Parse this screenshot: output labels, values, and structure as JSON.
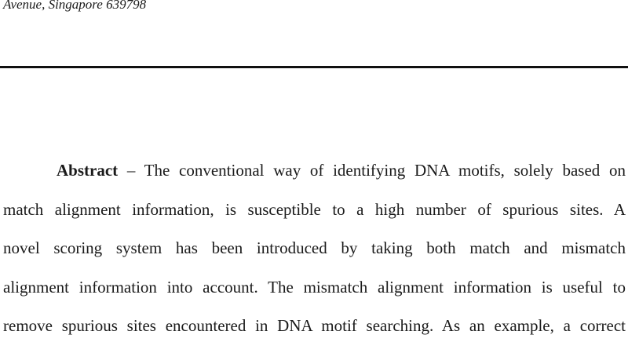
{
  "header": {
    "affiliation_fragment": "Avenue, Singapore 639798"
  },
  "abstract": {
    "label": "Abstract",
    "dash": " – ",
    "lines": [
      "The conventional way of identifying DNA motifs, solely based on",
      "match alignment information, is susceptible to a high number of spurious sites.  A",
      "novel scoring system has been introduced by taking both match and mismatch",
      "alignment information into account.  The mismatch alignment information is useful to",
      "remove spurious sites encountered in DNA motif searching.  As an example, a correct"
    ]
  },
  "colors": {
    "text": "#1a1a1a",
    "rule": "#111111",
    "background": "#ffffff"
  }
}
